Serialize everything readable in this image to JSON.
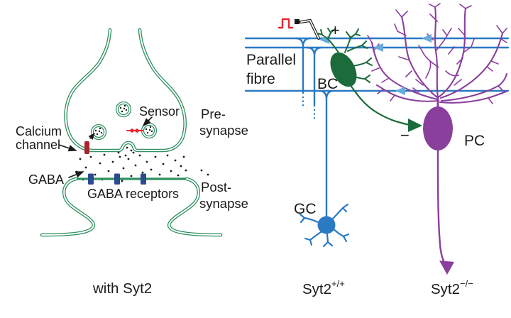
{
  "figure": {
    "type": "scientific-diagram",
    "description": "GABAergic synapse schematic and cerebellar circuit with Syt2 genotypes"
  },
  "colors": {
    "membrane_green": "#2E8F5F",
    "basket_green": "#1C6B3A",
    "fibre_blue": "#2A79C3",
    "arrow_blue": "#66ABDB",
    "purkinje_purple": "#8A3F9C",
    "receptor_navy": "#2C4A8E",
    "pulse_red": "#E5262E",
    "channel_red": "#A8242F",
    "ink": "#1A1A1A"
  },
  "left_panel": {
    "labels": {
      "calcium_line1": "Calcium",
      "calcium_line2": "channel",
      "sensor": "Sensor",
      "gaba": "GABA",
      "gaba_receptors": "GABA receptors",
      "pre_line1": "Pre-",
      "pre_line2": "synapse",
      "post_line1": "Post-",
      "post_line2": "synapse",
      "caption": "with Syt2"
    }
  },
  "right_panel": {
    "labels": {
      "parallel_line1": "Parallel",
      "parallel_line2": "fibre",
      "basket_cell": "BC",
      "purkinje_cell": "PC",
      "granule_cell": "GC",
      "plus": "+",
      "minus": "−",
      "wildtype_base": "Syt2",
      "wildtype_sup": "+/+",
      "knockout_base": "Syt2",
      "knockout_sup": "−/−"
    }
  }
}
